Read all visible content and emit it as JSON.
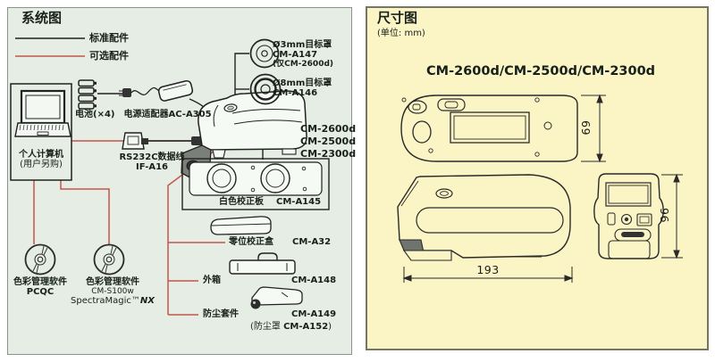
{
  "colors": {
    "left_bg": "#e5ede4",
    "right_bg": "#fbf4c5",
    "standard_line": "#222222",
    "optional_line": "#c2574b"
  },
  "system": {
    "title": "系统图",
    "legend_standard": "标准配件",
    "legend_optional": "可选配件",
    "computer_l1": "个人计算机",
    "computer_l2": "(用户另购)",
    "battery": "电池(×4)",
    "adapter": "电源适配器",
    "adapter_model": "AC-A305",
    "rs232c_l1": "RS232C数据线",
    "rs232c_l2": "IF-A16",
    "models": [
      "CM-2600d",
      "CM-2500d",
      "CM-2300d"
    ],
    "mask3_label": "Ø3mm目标罩",
    "mask3_model": "CM-A147",
    "mask3_note": "(仅CM-2600d)",
    "mask8_label": "Ø8mm目标罩",
    "mask8_model": "CM-A146",
    "plate_label": "白色校正板",
    "plate_model": "CM-A145",
    "zero_label": "零位校正盒",
    "zero_model": "CM-A32",
    "case_label": "外箱",
    "case_model": "CM-A148",
    "dust_label": "防尘套件",
    "dust_model": "CM-A149",
    "dust_note_pre": "(防尘罩 ",
    "dust_note_model": "CM-A152",
    "dust_note_post": ")",
    "sw1_l1": "色彩管理软件",
    "sw1_l2": "PCQC",
    "sw2_l1": "色彩管理软件",
    "sw2_l2": "CM-S100w",
    "sw2_l3a": "SpectraMagic™",
    "sw2_l3b": "NX"
  },
  "dimensions": {
    "title": "尺寸图",
    "unit": "(单位: mm)",
    "models_title": "CM-2600d/CM-2500d/CM-2300d",
    "dim_top_height": "69",
    "dim_length": "193",
    "dim_rear_height": "96"
  }
}
